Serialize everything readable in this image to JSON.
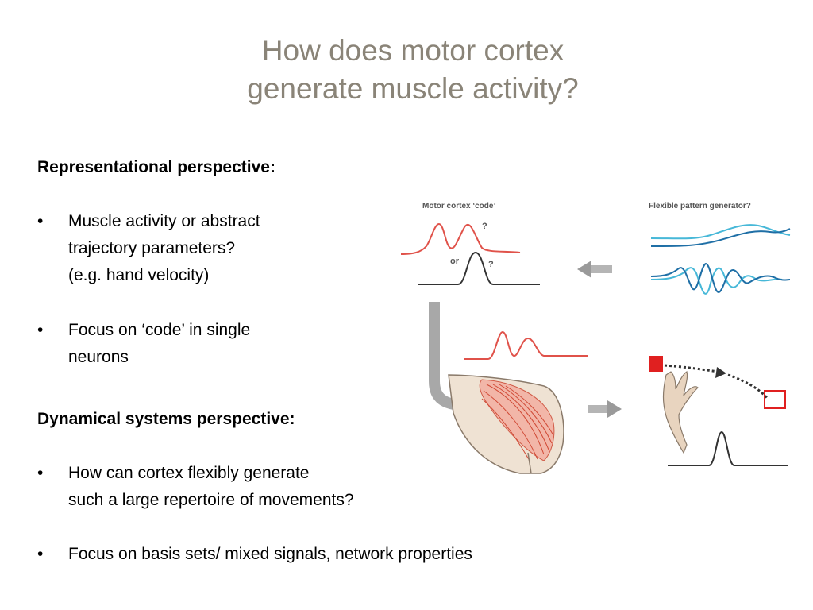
{
  "title": {
    "line1": "How does motor cortex",
    "line2": "generate muscle activity?"
  },
  "representational": {
    "heading": "Representational perspective:",
    "bullets": [
      {
        "lines": [
          "Muscle activity or abstract",
          "trajectory parameters?",
          "(e.g. hand velocity)"
        ]
      },
      {
        "lines": [
          "Focus on ‘code’ in single",
          "neurons"
        ]
      }
    ]
  },
  "dynamical": {
    "heading": "Dynamical systems perspective:",
    "bullets": [
      {
        "lines": [
          "How can cortex flexibly generate",
          "such a large repertoire of movements?"
        ]
      },
      {
        "lines": [
          "Focus on basis sets/ mixed signals, network properties"
        ]
      }
    ]
  },
  "bullet_char": "•",
  "figure": {
    "label_motor_code": "Motor cortex ‘code’",
    "label_pattern_generator": "Flexible pattern generator?",
    "question_mark": "?",
    "or_label": "or",
    "colors": {
      "red_trace": "#e0524a",
      "black_trace": "#333333",
      "light_blue": "#47b8d8",
      "dark_blue": "#1f6fa6",
      "arrow_gray": "#9a9a9a",
      "muscle_red": "#e06a55",
      "target_red": "#e02020"
    }
  }
}
